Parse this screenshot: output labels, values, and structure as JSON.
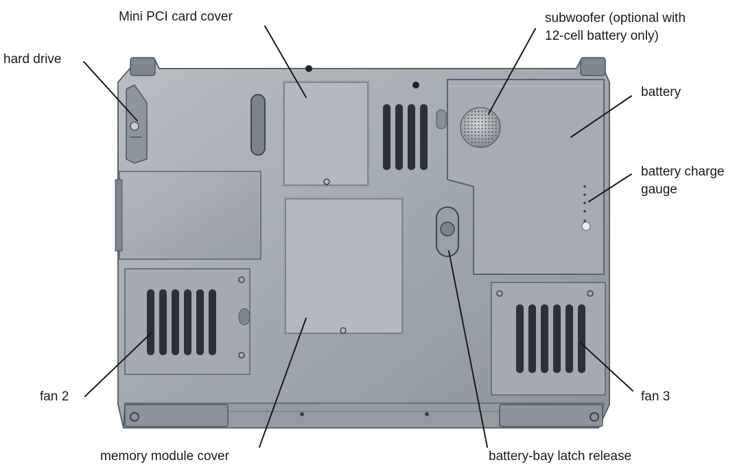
{
  "labels": {
    "mini_pci_card_cover": "Mini PCI card cover",
    "hard_drive": "hard drive",
    "subwoofer_line1": "subwoofer (optional with",
    "subwoofer_line2": "12-cell battery only)",
    "battery": "battery",
    "battery_charge_gauge_line1": "battery charge",
    "battery_charge_gauge_line2": "gauge",
    "fan_2": "fan 2",
    "fan_3": "fan 3",
    "memory_module_cover": "memory module cover",
    "battery_bay_latch_release": "battery-bay latch release"
  },
  "colors": {
    "chassis_light": "#a8adb3",
    "chassis_mid": "#8e949b",
    "chassis_dark": "#5c636b",
    "vent": "#2c3137",
    "leader_line": "#1a1a1a",
    "text": "#1a1a1a"
  }
}
